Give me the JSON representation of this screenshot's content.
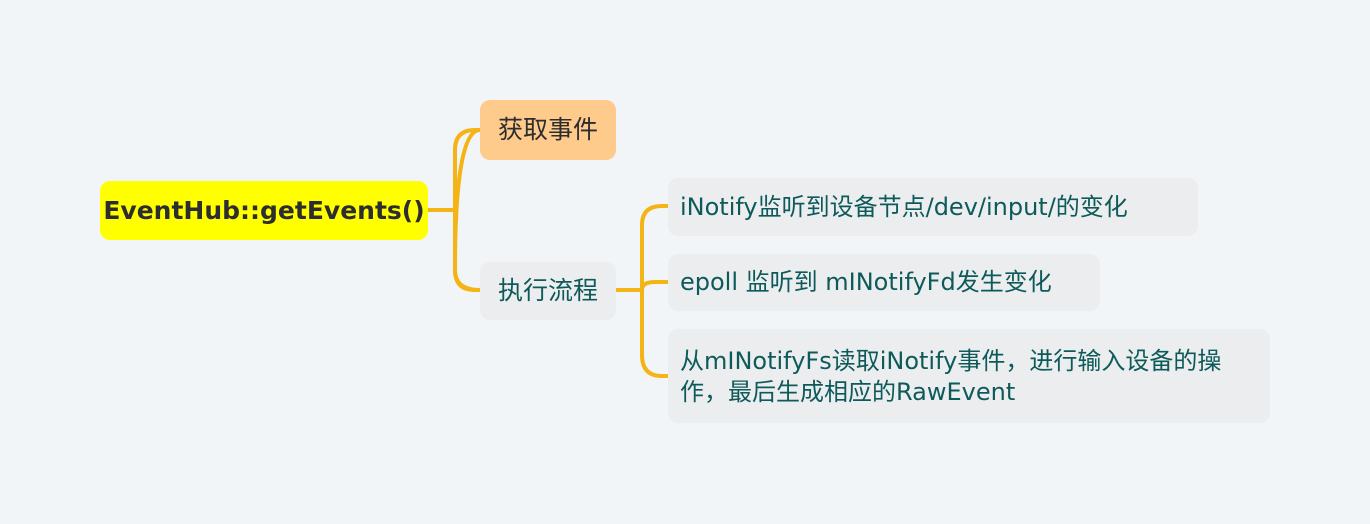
{
  "diagram": {
    "root": {
      "label": "EventHub::getEvents()"
    },
    "branches": [
      {
        "label": "获取事件",
        "style": "accent",
        "children": []
      },
      {
        "label": "执行流程",
        "style": "plain",
        "children": [
          {
            "label": "iNotify监听到设备节点/dev/input/的变化"
          },
          {
            "label": "epoll 监听到 mINotifyFd发生变化"
          },
          {
            "label": "从mINotifyFs读取iNotify事件，进行输入设备的操作，最后生成相应的RawEvent"
          }
        ]
      }
    ],
    "colors": {
      "background": "#f2f5f8",
      "root_fill": "#ffff00",
      "accent_fill": "#ffcb8c",
      "plain_fill": "#ebedef",
      "connector": "#f5b416",
      "text_dark": "#2b2d2f",
      "text_teal": "#0e5a5a"
    }
  }
}
